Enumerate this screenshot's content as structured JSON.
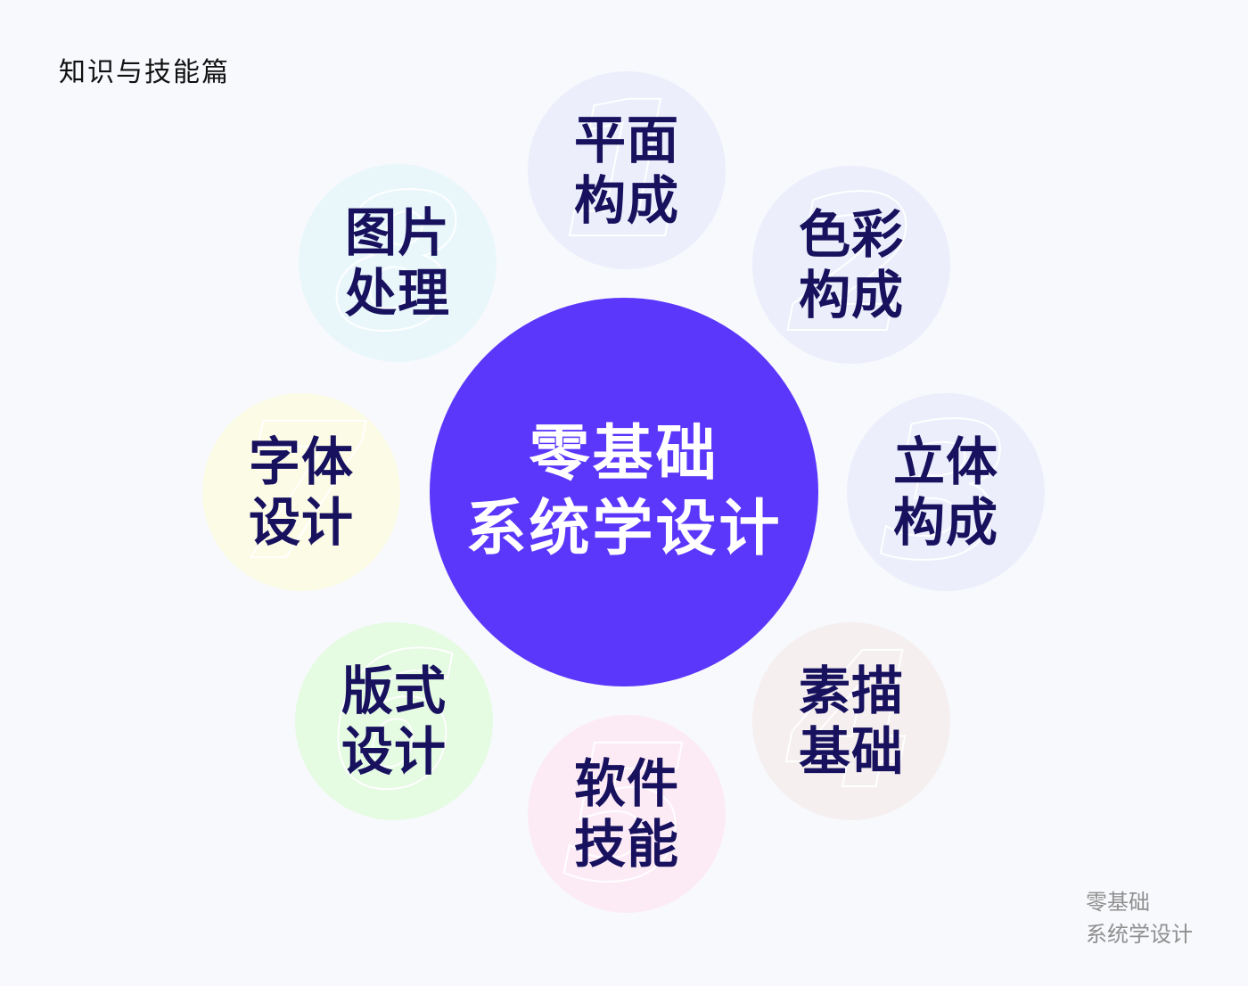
{
  "page_title": "知识与技能篇",
  "center": {
    "line1": "零基础",
    "line2": "系统学设计",
    "color": "#5b36fb"
  },
  "bubbles": [
    {
      "number": "1",
      "line1": "平面",
      "line2": "构成",
      "color": "#eceefb"
    },
    {
      "number": "2",
      "line1": "色彩",
      "line2": "构成",
      "color": "#eceefb"
    },
    {
      "number": "3",
      "line1": "立体",
      "line2": "构成",
      "color": "#eceefb"
    },
    {
      "number": "4",
      "line1": "素描",
      "line2": "基础",
      "color": "#f5efef"
    },
    {
      "number": "5",
      "line1": "软件",
      "line2": "技能",
      "color": "#fcebf5"
    },
    {
      "number": "6",
      "line1": "版式",
      "line2": "设计",
      "color": "#e5fbe2"
    },
    {
      "number": "7",
      "line1": "字体",
      "line2": "设计",
      "color": "#fbfbe6"
    },
    {
      "number": "8",
      "line1": "图片",
      "line2": "处理",
      "color": "#e9f7fb"
    }
  ],
  "footer": {
    "line1": "零基础",
    "line2": "系统学设计"
  }
}
